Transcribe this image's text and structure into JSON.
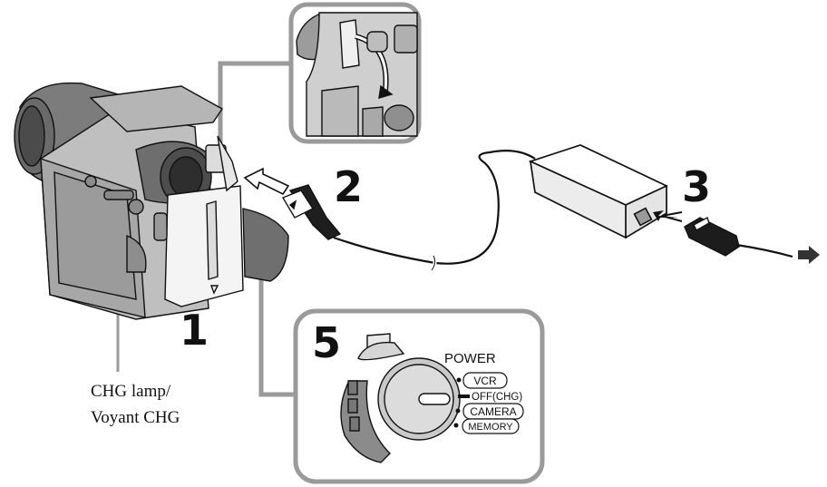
{
  "steps": {
    "step1": "1",
    "step2": "2",
    "step3": "3",
    "step5": "5"
  },
  "callout": {
    "chg_lamp_en": "CHG lamp/",
    "chg_lamp_fr": "Voyant CHG"
  },
  "power_switch": {
    "title": "POWER",
    "positions": [
      "VCR",
      "OFF(CHG)",
      "CAMERA",
      "MEMORY"
    ]
  },
  "colors": {
    "line": "#111111",
    "gray_frame": "#9a9a9a",
    "camera_body": "#c8c8c8",
    "camera_dark": "#5a5a5a",
    "adapter_body": "#f2f2f2"
  }
}
